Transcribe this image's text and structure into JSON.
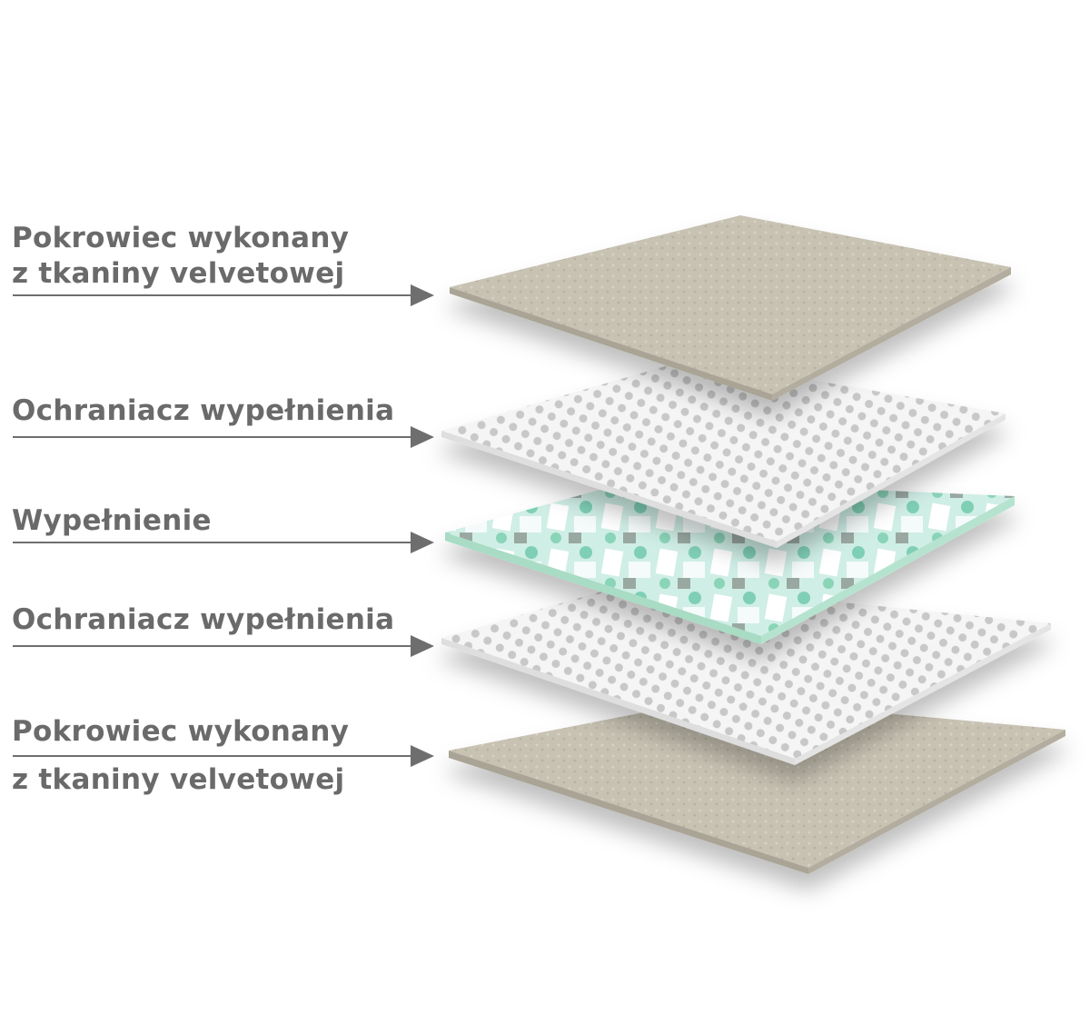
{
  "labels": [
    {
      "line1": "Pokrowiec wykonany",
      "line2": "z tkaniny velvetowej"
    },
    {
      "line1": "Ochraniacz wypełnienia"
    },
    {
      "line1": "Wypełnienie"
    },
    {
      "line1": "Ochraniacz wypełnienia"
    },
    {
      "line1": "Pokrowiec wykonany",
      "line2": "z tkaniny velvetowej"
    }
  ],
  "colors": {
    "text": "#6a6a6a",
    "arrow": "#6e6e6e",
    "velvet": "#c9c3b4",
    "mesh": "#f4f4f4",
    "mesh_dot": "#b8b8b8",
    "filling_edge": "#a8dcc4",
    "filling": "#d8f0ea"
  }
}
